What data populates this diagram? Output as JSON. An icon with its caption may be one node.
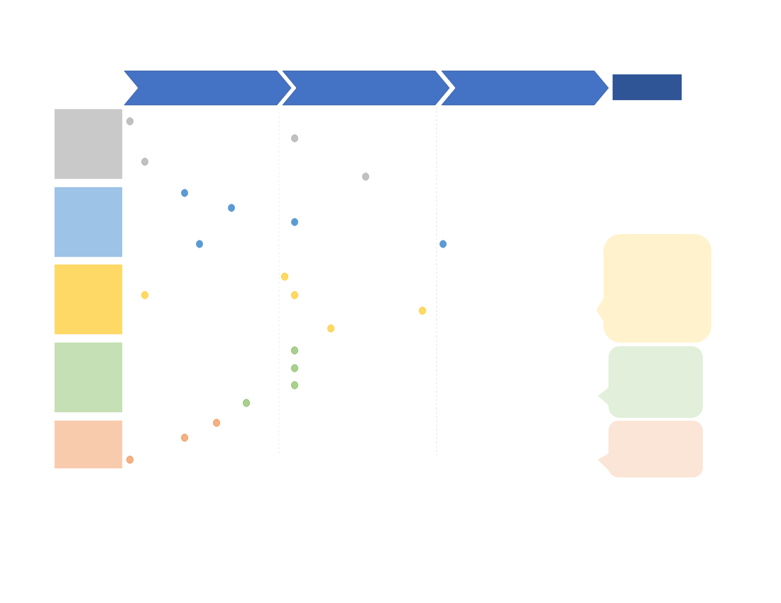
{
  "diagram": {
    "nodes": [
      {
        "text": [],
        "shape": "chevron"
      },
      {
        "text": [],
        "shape": "chevron"
      },
      {
        "text": [],
        "shape": "chevron"
      },
      {
        "text": [],
        "shape": "box"
      },
      {
        "text": [],
        "shape": "box"
      },
      {
        "text": [],
        "shape": "box"
      },
      {
        "text": [],
        "shape": "box"
      },
      {
        "text": [],
        "shape": "box"
      },
      {
        "text": [],
        "shape": "box"
      },
      {
        "text": [],
        "shape": "circle"
      },
      {
        "text": [],
        "shape": "circle"
      },
      {
        "text": [],
        "shape": "circle"
      },
      {
        "text": [],
        "shape": "circle"
      },
      {
        "text": [],
        "shape": "circle"
      },
      {
        "text": [],
        "shape": "circle"
      },
      {
        "text": [],
        "shape": "circle"
      },
      {
        "text": [],
        "shape": "circle"
      },
      {
        "text": [],
        "shape": "circle"
      },
      {
        "text": [],
        "shape": "circle"
      },
      {
        "text": [],
        "shape": "circle"
      },
      {
        "text": [],
        "shape": "circle"
      },
      {
        "text": [],
        "shape": "circle"
      },
      {
        "text": [],
        "shape": "circle"
      },
      {
        "text": [],
        "shape": "circle"
      },
      {
        "text": [],
        "shape": "circle"
      },
      {
        "text": [],
        "shape": "circle"
      },
      {
        "text": [],
        "shape": "circle"
      },
      {
        "text": [],
        "shape": "circle"
      },
      {
        "text": [],
        "shape": "circle"
      },
      {
        "text": [],
        "shape": "circle"
      },
      {
        "text": [],
        "shape": "callout"
      },
      {
        "text": [],
        "shape": "callout"
      },
      {
        "text": [],
        "shape": "callout"
      }
    ]
  }
}
